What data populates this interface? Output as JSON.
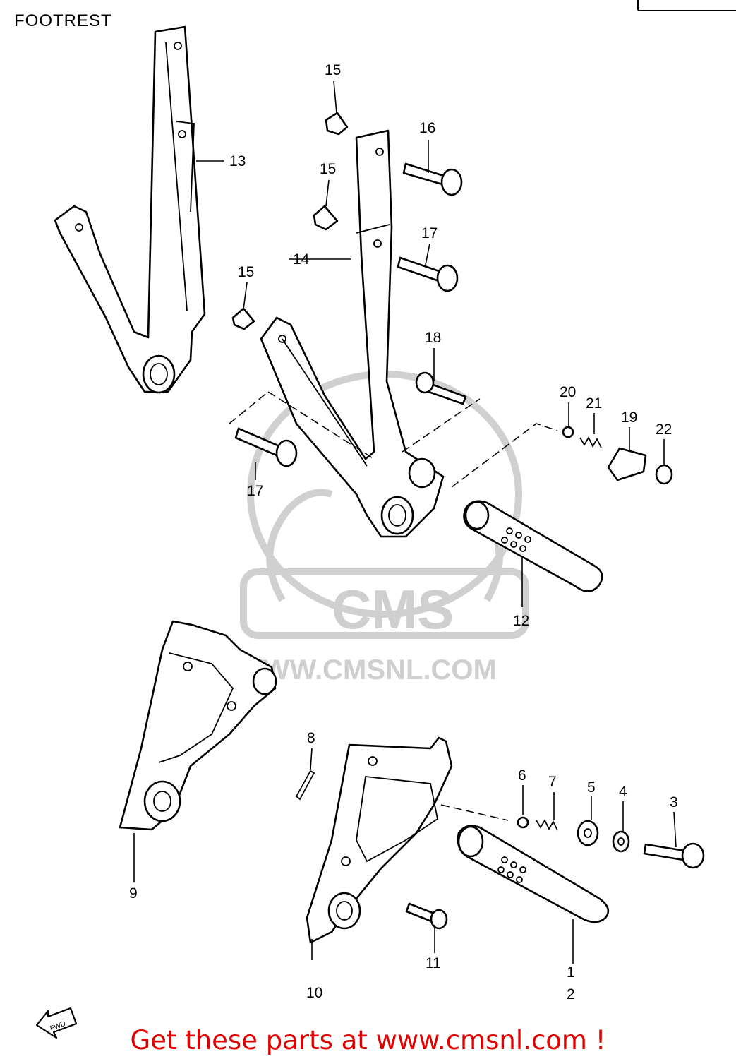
{
  "title": "FOOTREST",
  "footer": "Get these parts at www.cmsnl.com !",
  "watermark": {
    "logo": "CMS",
    "url": "WWW.CMSNL.COM"
  },
  "fwd_label": "FWD",
  "colors": {
    "footer": "#e00000",
    "watermark": "#d0d0d0",
    "lines": "#000000"
  },
  "callouts": [
    "1",
    "2",
    "3",
    "4",
    "5",
    "6",
    "7",
    "8",
    "9",
    "10",
    "11",
    "12",
    "13",
    "14",
    "15",
    "15",
    "15",
    "16",
    "17",
    "17",
    "18",
    "19",
    "20",
    "21",
    "22"
  ]
}
